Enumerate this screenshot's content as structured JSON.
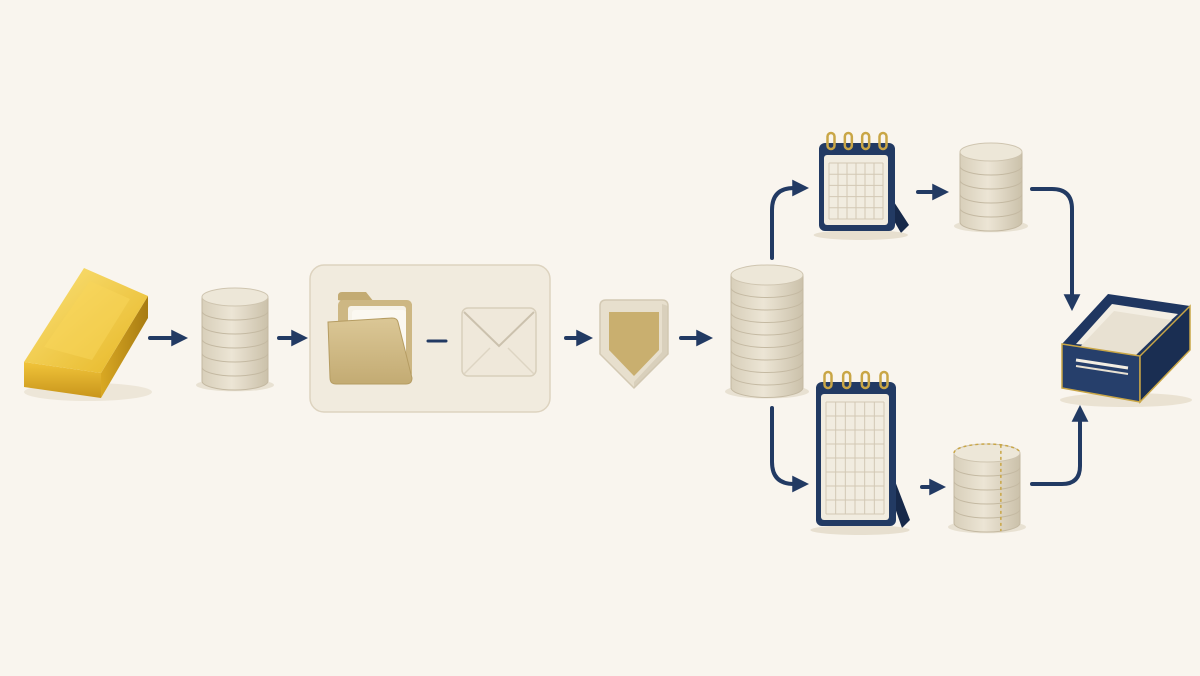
{
  "diagram": {
    "type": "flow",
    "nodes": [
      {
        "id": "gold-bar",
        "icon": "gold-bar-icon"
      },
      {
        "id": "stack-small",
        "icon": "database-stack-icon"
      },
      {
        "id": "source-group",
        "icon": "group-frame"
      },
      {
        "id": "folder",
        "icon": "folder-icon"
      },
      {
        "id": "envelope",
        "icon": "envelope-icon"
      },
      {
        "id": "shield",
        "icon": "shield-icon"
      },
      {
        "id": "stack-tall",
        "icon": "database-stack-icon"
      },
      {
        "id": "calendar-top",
        "icon": "calendar-icon"
      },
      {
        "id": "calendar-bottom",
        "icon": "calendar-icon"
      },
      {
        "id": "stack-top",
        "icon": "database-stack-icon"
      },
      {
        "id": "stack-bottom",
        "icon": "partitioned-database-icon"
      },
      {
        "id": "tray",
        "icon": "inbox-tray-icon"
      }
    ],
    "edges": [
      {
        "from": "gold-bar",
        "to": "stack-small"
      },
      {
        "from": "stack-small",
        "to": "source-group"
      },
      {
        "from": "folder",
        "to": "envelope",
        "style": "connector"
      },
      {
        "from": "source-group",
        "to": "shield"
      },
      {
        "from": "shield",
        "to": "stack-tall"
      },
      {
        "from": "stack-tall",
        "to": "calendar-top"
      },
      {
        "from": "stack-tall",
        "to": "calendar-bottom"
      },
      {
        "from": "calendar-top",
        "to": "stack-top"
      },
      {
        "from": "calendar-bottom",
        "to": "stack-bottom"
      },
      {
        "from": "stack-top",
        "to": "tray"
      },
      {
        "from": "stack-bottom",
        "to": "tray"
      }
    ]
  },
  "colors": {
    "background": "#f9f5ee",
    "arrow": "#223a63",
    "gold": "#e8bd2f",
    "gold_dark": "#b8891a",
    "cream": "#ebe4d4",
    "cream_shadow": "#cfc5b0",
    "khaki": "#cdb783",
    "navy": "#223a63",
    "brass": "#c9a646",
    "group_fill": "#f1ebde",
    "group_stroke": "#ddd3bf"
  }
}
